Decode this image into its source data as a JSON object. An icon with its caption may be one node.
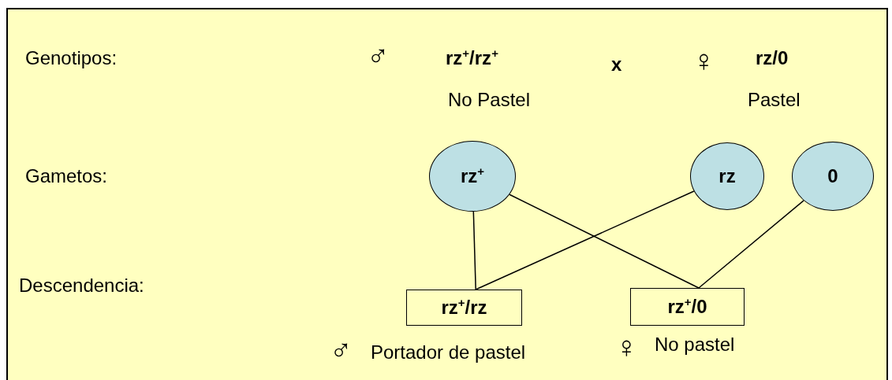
{
  "diagram": {
    "nodes": [
      {
        "text": [
          "rz$^{+}$"
        ]
      },
      {
        "text": [
          "rz"
        ]
      },
      {
        "text": [
          "0"
        ]
      },
      {
        "text": [
          "rz$^{+}$/rz"
        ],
        "beside": [
          "♂",
          "Portador de pastel"
        ]
      },
      {
        "text": [
          "rz$^{+}$/0"
        ],
        "beside": [
          "♀",
          "No pastel"
        ]
      }
    ],
    "edges": [
      {
        "from": 0,
        "to": 3,
        "arrow": "none"
      },
      {
        "from": 1,
        "to": 3,
        "arrow": "none"
      },
      {
        "from": 0,
        "to": 4,
        "arrow": "none"
      },
      {
        "from": 2,
        "to": 4,
        "arrow": "none"
      }
    ],
    "labels": [
      "Genotipos:",
      "♂",
      "rz$^{+}$/rz$^{+}$",
      "x",
      "♀",
      "rz/0",
      "No Pastel",
      "Pastel",
      "Gametos:",
      "Descendencia:"
    ]
  }
}
